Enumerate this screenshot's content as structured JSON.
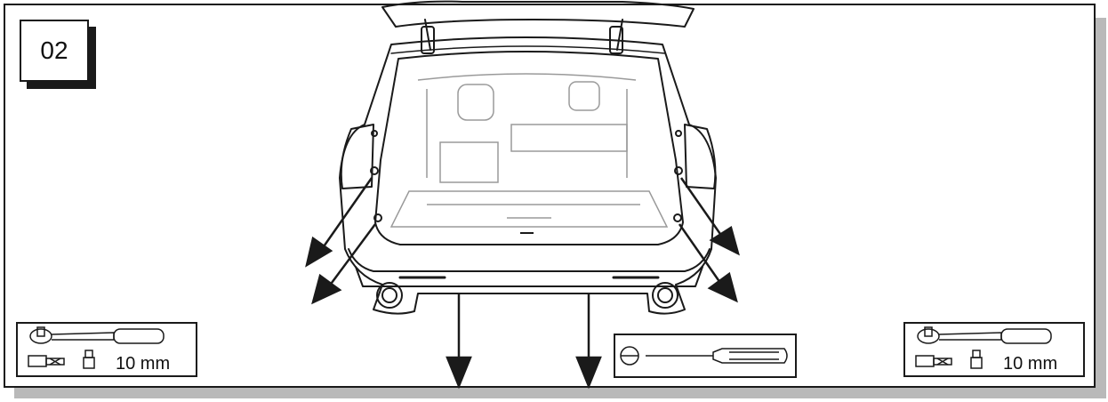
{
  "step": {
    "number": "02"
  },
  "tools": {
    "left_ratchet": {
      "size_label": "10 mm",
      "icon": "ratchet-socket-icon"
    },
    "right_ratchet": {
      "size_label": "10 mm",
      "icon": "ratchet-socket-icon"
    },
    "screwdriver": {
      "icon": "flathead-screwdriver-icon"
    }
  },
  "colors": {
    "line": "#1a1a1a",
    "shadow": "#b9b9b9",
    "interior": "#9a9a9a"
  }
}
